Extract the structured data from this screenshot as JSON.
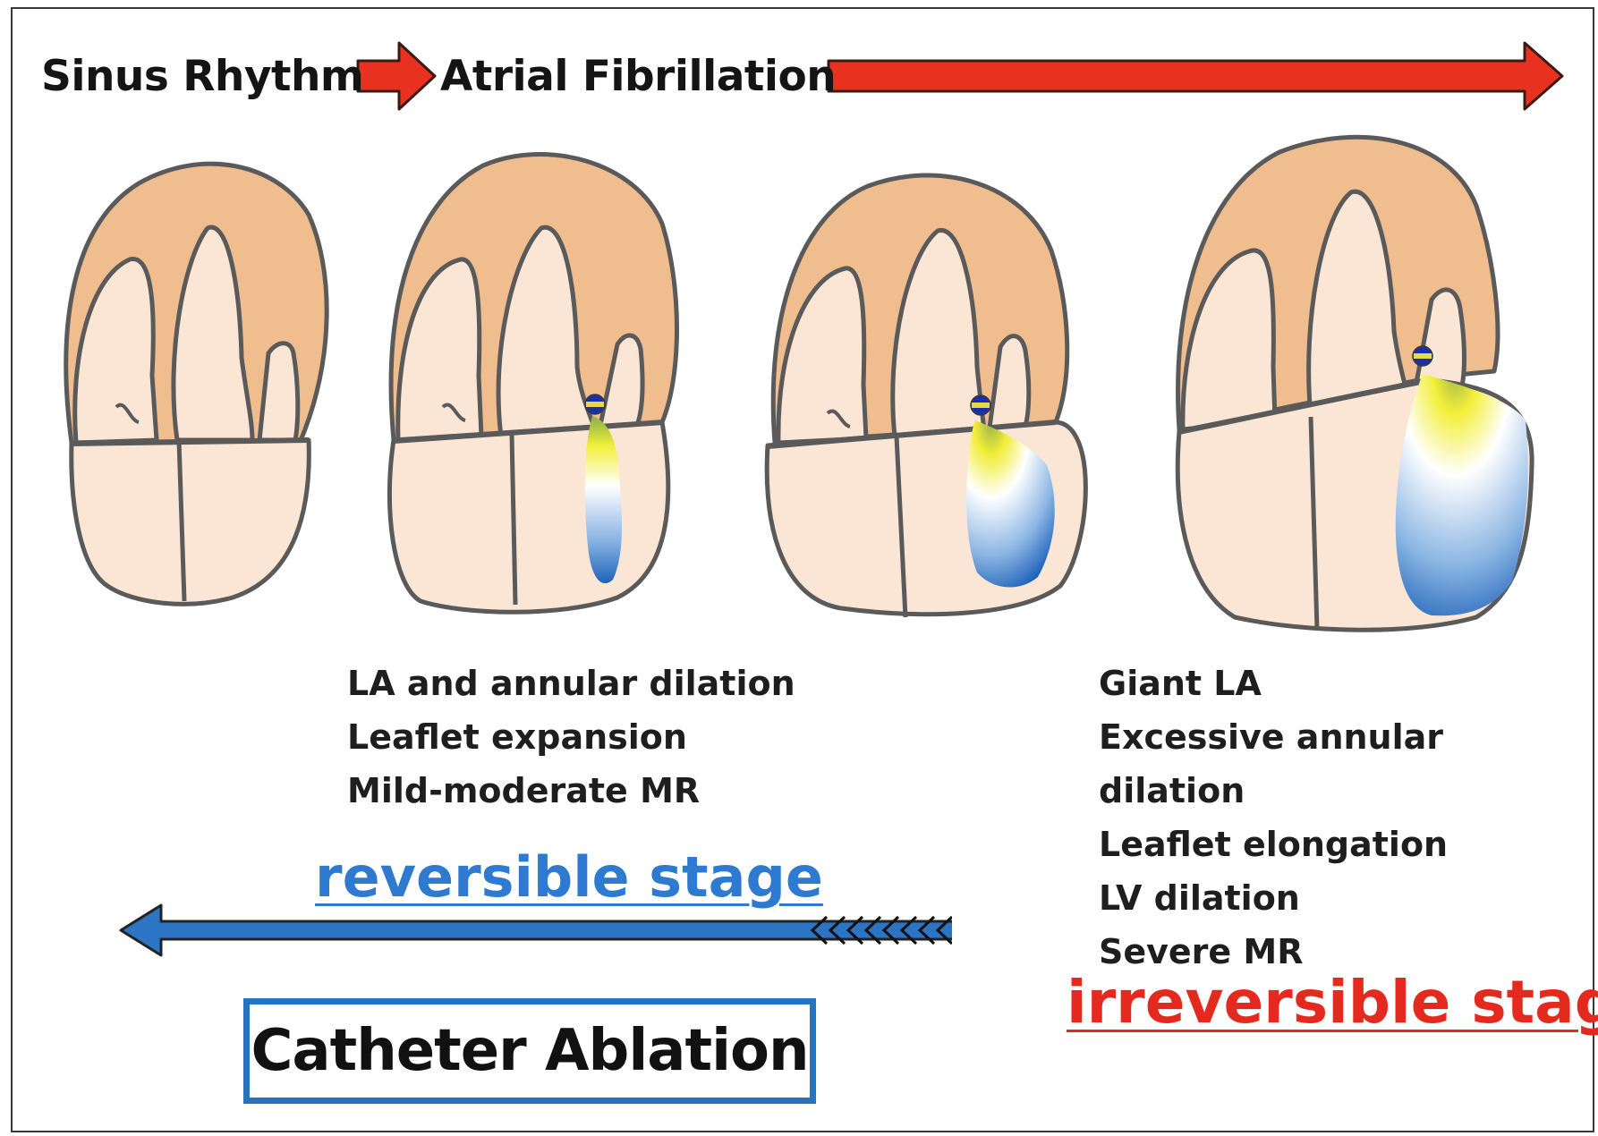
{
  "header": {
    "sinus_rhythm": "Sinus Rhythm",
    "atrial_fibrillation": "Atrial Fibrillation"
  },
  "left_findings": [
    "LA and annular dilation",
    "Leaflet expansion",
    "Mild-moderate MR"
  ],
  "right_findings": [
    "Giant LA",
    "Excessive annular dilation",
    "Leaflet elongation",
    "LV dilation",
    "Severe MR"
  ],
  "reversible_label": "reversible stage",
  "irreversible_label": "irreversible stage",
  "treatment_label": "Catheter Ablation",
  "colors": {
    "progression_arrow": "#e8321f",
    "reversal_arrow": "#2c74c4",
    "reversible_text": "#2e7ad0",
    "irreversible_text": "#e4291f",
    "myocardium": "#f0bd8f",
    "chamber": "#fbe6d6",
    "outline": "#5a5a5a",
    "mr_jet_core": "#f1ee3a",
    "mr_jet_tail": "#2a6ec2"
  }
}
